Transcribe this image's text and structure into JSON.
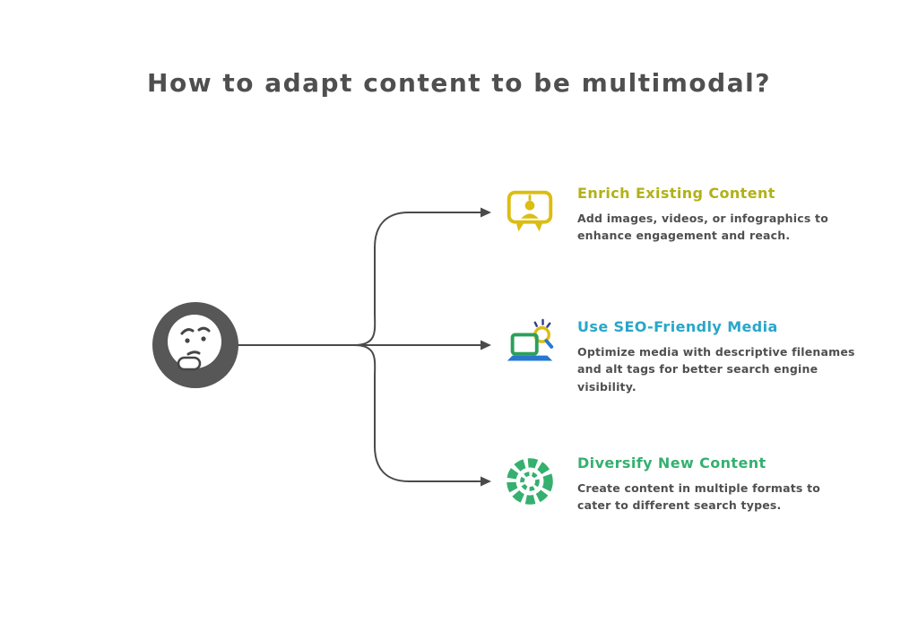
{
  "title": "How to adapt content to be multimodal?",
  "colors": {
    "title_text": "#4f4f4f",
    "body_text": "#4f4f4f",
    "arrows": "#4a4a4a",
    "thinker_circle": "#575757",
    "heading_enrich": "#b1b117",
    "heading_seo": "#29a6c9",
    "heading_diversify": "#35b06f",
    "icon_yellow": "#dcbd12",
    "icon_blue": "#2878d0",
    "icon_green": "#2aa05a"
  },
  "items": [
    {
      "heading": "Enrich Existing Content",
      "body": "Add images, videos, or infographics to enhance engagement and reach.",
      "icon": "megaphone-person-icon"
    },
    {
      "heading": "Use SEO-Friendly Media",
      "body": "Optimize media with descriptive filenames and alt tags for better search engine visibility.",
      "icon": "laptop-search-icon"
    },
    {
      "heading": "Diversify New Content",
      "body": "Create content in multiple formats to cater to different search types.",
      "icon": "segmented-circle-icon"
    }
  ]
}
